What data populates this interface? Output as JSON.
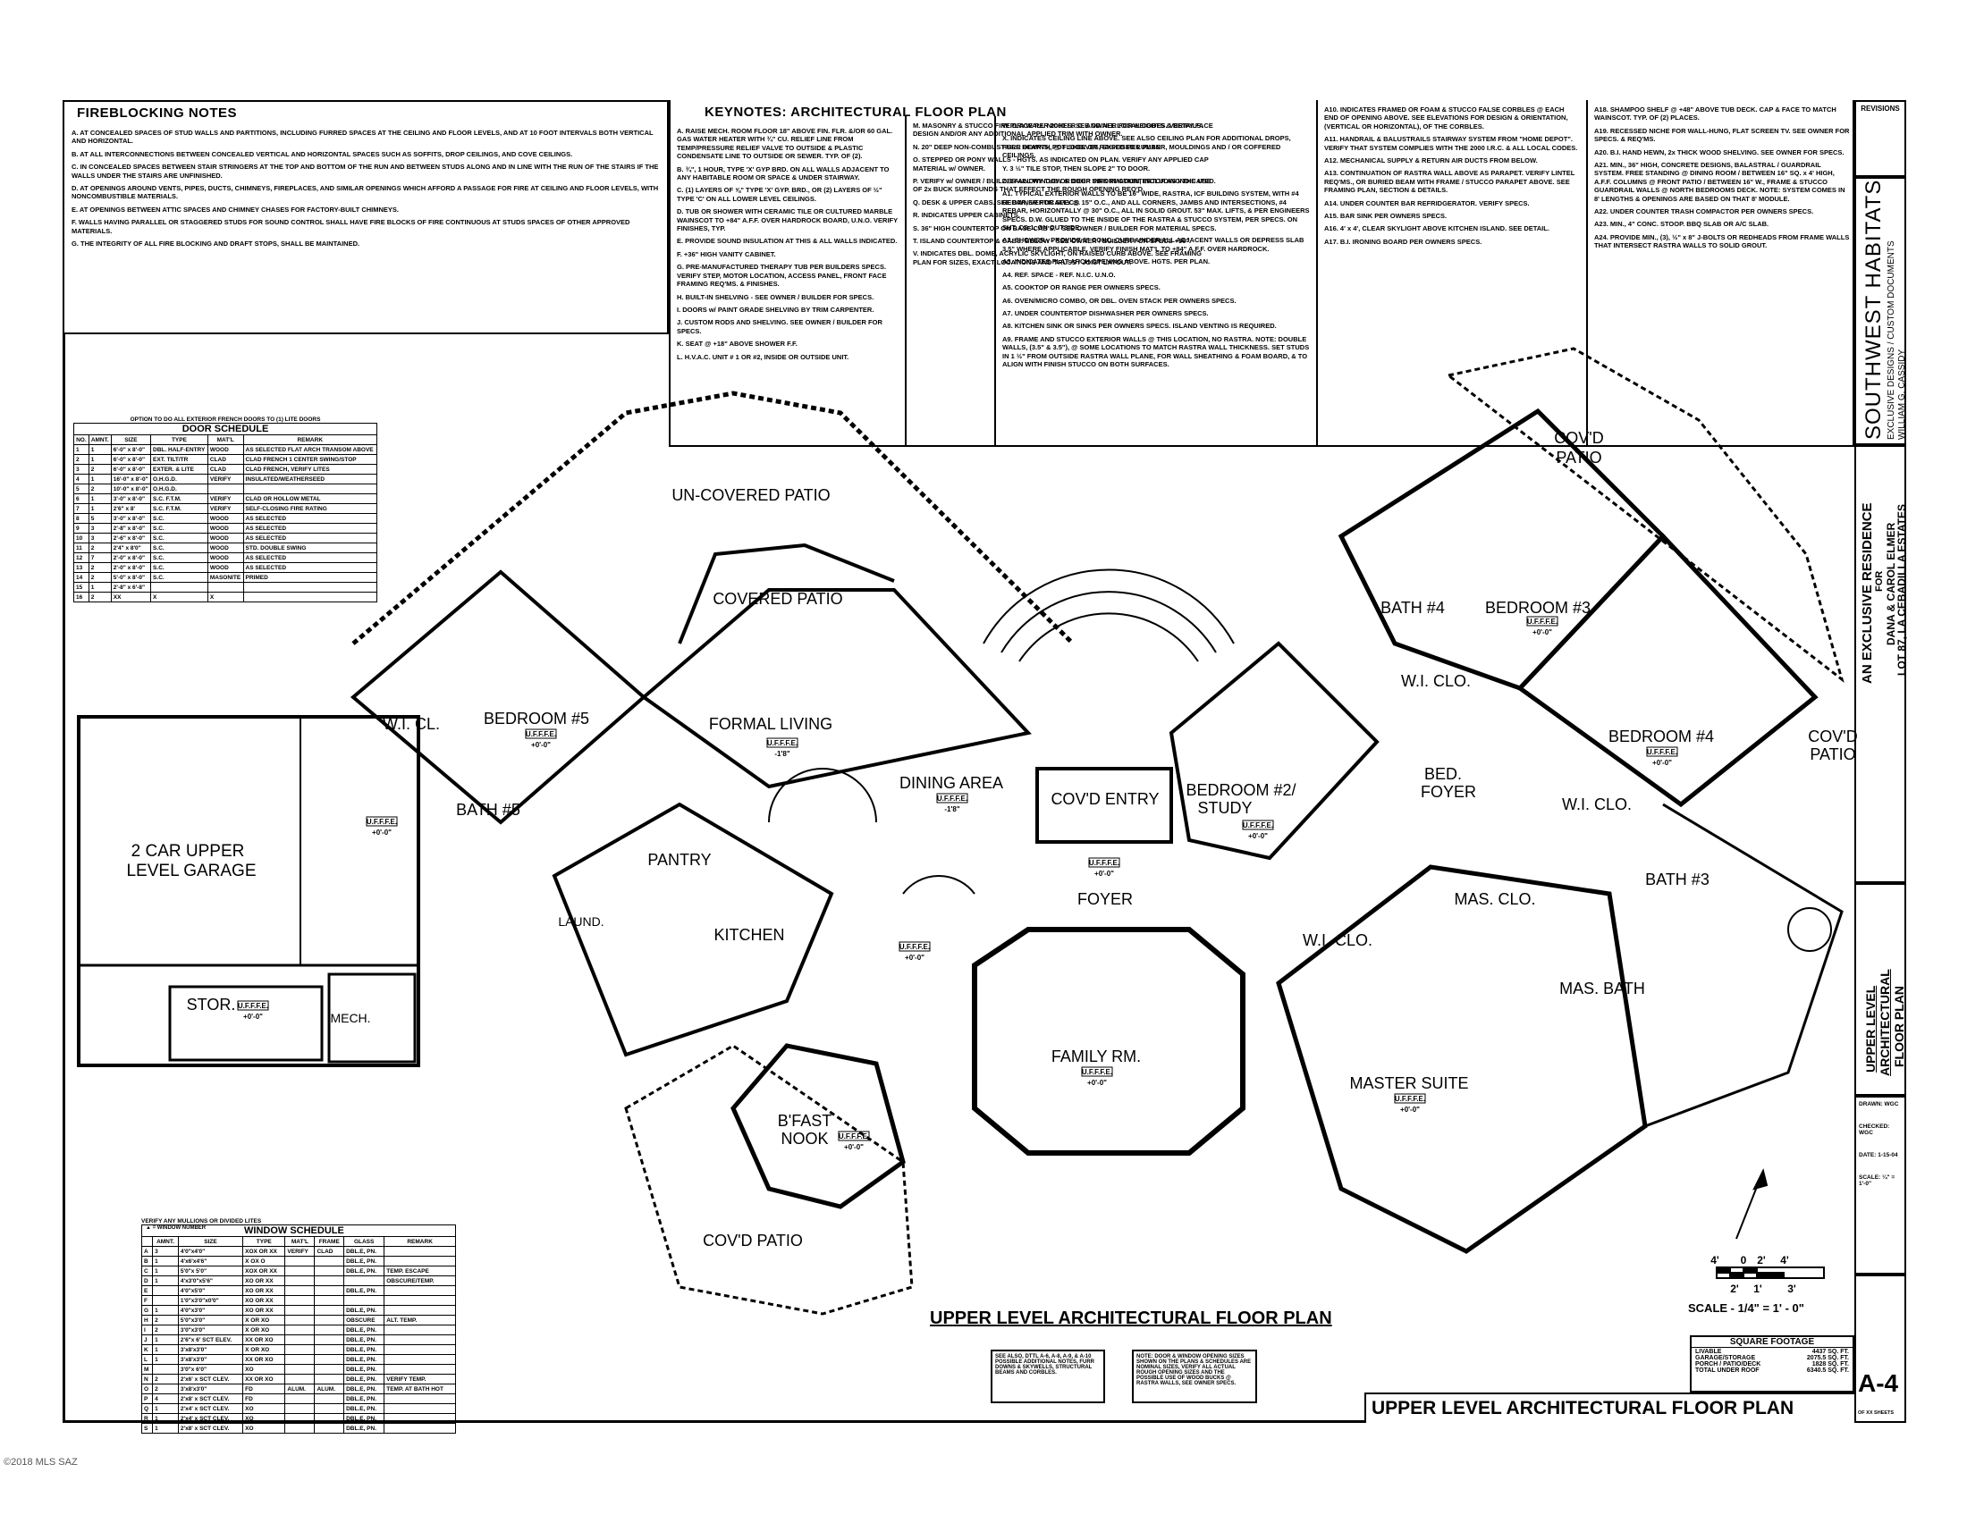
{
  "fireblocking": {
    "title": "FIREBLOCKING NOTES",
    "notes": [
      "A. AT CONCEALED SPACES OF STUD WALLS AND PARTITIONS, INCLUDING FURRED SPACES AT THE CEILING AND FLOOR LEVELS, AND AT 10 FOOT INTERVALS BOTH VERTICAL AND HORIZONTAL.",
      "B. AT ALL INTERCONNECTIONS BETWEEN CONCEALED VERTICAL AND HORIZONTAL SPACES SUCH AS SOFFITS, DROP CEILINGS, AND COVE CEILINGS.",
      "C. IN CONCEALED SPACES BETWEEN STAIR STRINGERS AT THE TOP AND BOTTOM OF THE RUN AND BETWEEN STUDS ALONG AND IN LINE WITH THE RUN OF THE STAIRS IF THE WALLS UNDER THE STAIRS ARE UNFINISHED.",
      "D. AT OPENINGS AROUND VENTS, PIPES, DUCTS, CHIMNEYS, FIREPLACES, AND SIMILAR OPENINGS WHICH AFFORD A PASSAGE FOR FIRE AT CEILING AND FLOOR LEVELS, WITH NONCOMBUSTIBLE MATERIALS.",
      "E. AT OPENINGS BETWEEN ATTIC SPACES AND CHIMNEY CHASES FOR FACTORY-BUILT CHIMNEYS.",
      "F. WALLS HAVING PARALLEL OR STAGGERED STUDS FOR SOUND CONTROL SHALL HAVE FIRE BLOCKS OF FIRE CONTINUOUS AT STUDS SPACES OF OTHER APPROVED MATERIALS.",
      "G. THE INTEGRITY OF ALL FIRE BLOCKING AND DRAFT STOPS, SHALL BE MAINTAINED."
    ]
  },
  "keynotes": {
    "title": "KEYNOTES:  ARCHITECTURAL FLOOR PLAN",
    "col1": [
      "A. RAISE MECH. ROOM FLOOR 18\" ABOVE FIN. FLR. &/OR 60 GAL. GAS WATER HEATER WITH ¾\" CU. RELIEF LINE FROM TEMP/PRESSURE RELIEF VALVE TO OUTSIDE & PLASTIC CONDENSATE LINE TO OUTSIDE OR SEWER. TYP. OF (2).",
      "B. ¾\", 1 HOUR, TYPE 'X' GYP BRD. ON ALL WALLS ADJACENT TO ANY HABITABLE ROOM OR SPACE & UNDER STAIRWAY.",
      "C. (1) LAYERS OF ⅝\" TYPE 'X' GYP. BRD., OR (2) LAYERS OF ½\" TYPE 'C' ON ALL LOWER LEVEL CEILINGS.",
      "D. TUB OR SHOWER WITH CERAMIC TILE OR CULTURED MARBLE WAINSCOT TO +84\" A.F.F. OVER HARDROCK BOARD, U.N.O. VERIFY FINISHES, TYP.",
      "E. PROVIDE SOUND INSULATION AT THIS & ALL WALLS INDICATED.",
      "F. +36\" HIGH VANITY CABINET.",
      "G. PRE-MANUFACTURED THERAPY TUB PER BUILDERS SPECS. VERIFY STEP, MOTOR LOCATION, ACCESS PANEL, FRONT FACE FRAMING REQ'MS. & FINISHES.",
      "H. BUILT-IN SHELVING - SEE OWNER / BUILDER FOR SPECS.",
      "I. DOORS w/ PAINT GRADE SHELVING BY TRIM CARPENTER.",
      "J. CUSTOM RODS AND SHELVING. SEE OWNER / BUILDER FOR SPECS.",
      "K. SEAT @ +18\" ABOVE SHOWER F.F.",
      "L. H.V.A.C. UNIT # 1 OR #2, INSIDE OR OUTSIDE UNIT."
    ],
    "col2": [
      "M. MASONRY & STUCCO FIREPLACE PER 2000 I.R.C. AND ALL LOCAL CODES. VERIFY FACE DESIGN AND/OR ANY ADDITIONAL APPLIED TRIM WITH OWNER.",
      "N. 20\" DEEP NON-COMBUSTIBLE HEARTH, @ FLOOR OR RAISED PER PLAN.",
      "O. STEPPED OR PONY WALLS - HGTS. AS INDICATED ON PLAN. VERIFY ANY APPLIED CAP MATERIAL w/ OWNER.",
      "P. VERIFY w/ OWNER / BUILDER ALL WINDOW & DOOR INFORMATION, INCLUDING THE USE OF 2x BUCK SURROUNDS THAT EFFECT THE ROUGH OPENING REQ'D.",
      "Q. DESK & UPPER CABS. SEE OWNER FOR SPECS.",
      "R. INDICATES UPPER CABINETS.",
      "S. 36\" HIGH COUNTERTOP ON BASE CAB'S. - SEE OWNER / BUILDER FOR MATERIAL SPECS.",
      "T. ISLAND COUNTERTOP & CABS. BELOW - SEE OWNER / BUILDER FOR SPECS +36\".",
      "V. INDICATES DBL. DOME, ACRYLIC SKYLIGHT, ON RAISED CURB ABOVE. SEE FRAMING PLAN FOR SIZES, EXACT LOCATIONS AND TRUSS / JOIST LAYOUT."
    ],
    "col3": [
      "W. DRYWALL NICHES. SEE OWNER FOR HEIGHTS & DETAILS.",
      "X. INDICATES CEILING LINE ABOVE. SEE ALSO CEILING PLAN FOR ADDITIONAL DROPS, FURR DOWNS, POT SHELVES, EXPOSED LUMBER, MOULDINGS AND / OR COFFERED CEILINGS.",
      "Y. 3 ½\" TILE STOP, THEN SLOPE 2\" TO DOOR.",
      "Z. LAUNDRY TUB OR DEEP SINK IN COUNTERTOP AS INDICATED.",
      "A1. TYPICAL EXTERIOR WALLS TO BE 16\" WIDE, RASTRA, ICF BUILDING SYSTEM, WITH #4 REBAR, VERTICALLY @ 15\" O.C., AND ALL CORNERS, JAMBS AND INTERSECTIONS, #4 REBAR, HORIZONTALLY @ 30\" O.C., ALL IN SOLID GROUT. 53\" MAX. LIFTS, & PER ENGINEERS SPECS. D.W. GLUED TO THE INSIDE OF THE RASTRA & STUCCO SYSTEM, PER SPECS. ON SHT. CS-1, ON OUTSIDE.",
      "A2. SHOWER - PROVIDE 3\" CONC. CURB UNDER ALL ADJACENT WALLS OR DEPRESS SLAB 3.5\" WHERE APPLICABLE. VERIFY FINISH MAT'L TO +84\" A.F.F. OVER HARDROCK.",
      "A3. INDICATES FLAT ARCH OPENING ABOVE. HGTS. PER PLAN.",
      "A4. REF. SPACE - REF. N.I.C. U.N.O.",
      "A5. COOKTOP OR RANGE PER OWNERS SPECS.",
      "A6. OVEN/MICRO COMBO, OR DBL. OVEN STACK PER OWNERS SPECS.",
      "A7. UNDER COUNTERTOP DISHWASHER PER OWNERS SPECS.",
      "A8. KITCHEN SINK OR SINKS PER OWNERS SPECS. ISLAND VENTING IS REQUIRED.",
      "A9. FRAME AND STUCCO EXTERIOR WALLS @ THIS LOCATION, NO RASTRA. NOTE: DOUBLE WALLS, (3.5\" & 3.5\"), @ SOME LOCATIONS TO MATCH RASTRA WALL THICKNESS. SET STUDS IN 1 ½\" FROM OUTSIDE RASTRA WALL PLANE, FOR WALL SHEATHING & FOAM BOARD, & TO ALIGN WITH FINISH STUCCO ON BOTH SURFACES."
    ],
    "col4": [
      "A10. INDICATES FRAMED OR FOAM & STUCCO FALSE CORBLES @ EACH END OF OPENING ABOVE. SEE ELEVATIONS FOR DESIGN & ORIENTATION, (VERTICAL OR HORIZONTAL), OF THE CORBLES.",
      "A11. HANDRAIL & BALUSTRAILS STAIRWAY SYSTEM FROM \"HOME DEPOT\". VERIFY THAT SYSTEM COMPLIES WITH THE 2000 I.R.C. & ALL LOCAL CODES.",
      "A12. MECHANICAL SUPPLY & RETURN AIR DUCTS FROM BELOW.",
      "A13. CONTINUATION OF RASTRA WALL ABOVE AS PARAPET. VERIFY LINTEL REQ'MS., OR BURIED BEAM WITH FRAME / STUCCO PARAPET ABOVE. SEE FRAMING PLAN, SECTION & DETAILS.",
      "A14. UNDER COUNTER BAR REFRIDGERATOR. VERIFY SPECS.",
      "A15. BAR SINK PER OWNERS SPECS.",
      "A16. 4' x 4', CLEAR SKYLIGHT ABOVE KITCHEN ISLAND. SEE DETAIL.",
      "A17. B.I. IRONING BOARD PER OWNERS SPECS."
    ],
    "col5": [
      "A18. SHAMPOO SHELF @ +48\" ABOVE TUB DECK. CAP & FACE TO MATCH WAINSCOT. TYP. OF (2) PLACES.",
      "A19. RECESSED NICHE FOR WALL-HUNG, FLAT SCREEN TV. SEE OWNER FOR SPECS. & REQ'MS.",
      "A20. B.I. HAND HEWN, 2x THICK WOOD SHELVING. SEE OWNER FOR SPECS.",
      "A21. MIN., 36\" HIGH, CONCRETE DESIGNS, BALASTRAL / GUARDRAIL SYSTEM. FREE STANDING @ DINING ROOM / BETWEEN 16\" SQ. x 4' HIGH, A.F.F. COLUMNS @ FRONT PATIO / BETWEEN 16\" W., FRAME & STUCCO GUARDRAIL WALLS @ NORTH BEDROOMS DECK. NOTE: SYSTEM COMES IN 8' LENGTHS & OPENINGS ARE BASED ON THAT 8' MODULE.",
      "A22. UNDER COUNTER TRASH COMPACTOR PER OWNERS SPECS.",
      "A23. MIN., 4\" CONC. STOOP. BBQ SLAB OR A/C SLAB.",
      "A24. PROVIDE MIN., (3), ½\" x 8\" J-BOLTS OR REDHEADS FROM FRAME WALLS THAT INTERSECT RASTRA WALLS TO SOLID GROUT."
    ]
  },
  "title_block": {
    "revisions": "REVISIONS",
    "firm": "SOUTHWEST HABITATS",
    "firm_sub": "EXCLUSIVE DESIGNS  /  CUSTOM DOCUMENTS",
    "designer": "WILLIAM G. CASSIDY",
    "project_line1": "AN EXCLUSIVE RESIDENCE",
    "project_line2": "FOR",
    "project_line3": "DANA & CAROL ELMER",
    "project_line4": "LOT 87, LA CEBADILLA ESTATES",
    "sheet_title1": "UPPER LEVEL",
    "sheet_title2": "ARCHITECTURAL",
    "sheet_title3": "FLOOR PLAN",
    "drawn": "DRAWN:",
    "drawn_val": "WGC",
    "checked": "CHECKED:",
    "checked_val": "WGC",
    "date": "DATE:",
    "date_val": "1-15-04",
    "scale": "SCALE:",
    "scale_val": "¼\" = 1'-0\"",
    "sheet_number": "A-4",
    "of_sheets": "OF   XX   SHEETS"
  },
  "door_schedule": {
    "caption": "OPTION TO DO ALL EXTERIOR FRENCH DOORS TO (1) LITE DOORS",
    "title": "DOOR SCHEDULE",
    "headers": [
      "NO.",
      "AMNT.",
      "SIZE",
      "TYPE",
      "MAT'L",
      "REMARK"
    ],
    "rows": [
      [
        "1",
        "1",
        "6'-0\" x 8'-0\"",
        "DBL. HALF-ENTRY",
        "WOOD",
        "AS SELECTED FLAT ARCH TRANSOM ABOVE"
      ],
      [
        "2",
        "1",
        "6'-0\" x 8'-0\"",
        "EXT. TILT/TR",
        "CLAD",
        "CLAD FRENCH 1 CENTER SWING/STOP"
      ],
      [
        "3",
        "2",
        "6'-0\" x 8'-0\"",
        "EXTER. & LITE",
        "CLAD",
        "CLAD FRENCH, VERIFY LITES"
      ],
      [
        "4",
        "1",
        "16'-0\" x 8'-0\"",
        "O.H.G.D.",
        "VERIFY",
        "INSULATED/WEATHERSEED"
      ],
      [
        "5",
        "2",
        "10'-0\" x 8'-0\"",
        "O.H.G.D.",
        "",
        ""
      ],
      [
        "6",
        "1",
        "3'-0\" x 8'-0\"",
        "S.C. F.T.M.",
        "VERIFY",
        "CLAD OR HOLLOW METAL"
      ],
      [
        "7",
        "1",
        "2'6\" x 8'",
        "S.C. F.T.M.",
        "VERIFY",
        "SELF-CLOSING FIRE RATING"
      ],
      [
        "8",
        "5",
        "3'-0\" x 8'-0\"",
        "S.C.",
        "WOOD",
        "AS SELECTED"
      ],
      [
        "9",
        "3",
        "2'-8\" x 8'-0\"",
        "S.C.",
        "WOOD",
        "AS SELECTED"
      ],
      [
        "10",
        "3",
        "2'-6\" x 8'-0\"",
        "S.C.",
        "WOOD",
        "AS SELECTED"
      ],
      [
        "11",
        "2",
        "2'4\" x 8'0\"",
        "S.C.",
        "WOOD",
        "STD. DOUBLE SWING"
      ],
      [
        "12",
        "7",
        "2'-0\" x 8'-0\"",
        "S.C.",
        "WOOD",
        "AS SELECTED"
      ],
      [
        "13",
        "2",
        "2'-0\" x 8'-0\"",
        "S.C.",
        "WOOD",
        "AS SELECTED"
      ],
      [
        "14",
        "2",
        "5'-0\" x 8'-0\"",
        "S.C.",
        "MASONITE",
        "PRIMED"
      ],
      [
        "15",
        "1",
        "2'-8\" x 6'-8\"",
        "",
        "",
        ""
      ],
      [
        "16",
        "2",
        "XX",
        "X",
        "X",
        ""
      ]
    ]
  },
  "window_schedule": {
    "caption": "VERIFY ANY MULLIONS OR DIVIDED LITES",
    "legend": "= WINDOW NUMBER",
    "title": "WINDOW SCHEDULE",
    "headers": [
      "",
      "AMNT.",
      "SIZE",
      "TYPE",
      "MAT'L",
      "FRAME",
      "GLASS",
      "REMARK"
    ],
    "rows": [
      [
        "A",
        "3",
        "4'0\"x4'0\"",
        "XOX OR XX",
        "VERIFY",
        "CLAD",
        "DBL.E, PN.",
        ""
      ],
      [
        "B",
        "1",
        "4'x6'x4'6\"",
        "X OX O",
        "",
        "",
        "DBL.E, PN.",
        ""
      ],
      [
        "C",
        "1",
        "5'0\"x 5'0\"",
        "XOX OR XX",
        "",
        "",
        "DBL.E, PN.",
        "TEMP. ESCAPE"
      ],
      [
        "D",
        "1",
        "4'x3'0\"x5'6\"",
        "XO OR XX",
        "",
        "",
        "",
        "OBSCURE/TEMP."
      ],
      [
        "E",
        "",
        "4'0\"x5'0\"",
        "XO OR XX",
        "",
        "",
        "DBL.E, PN.",
        ""
      ],
      [
        "F",
        "",
        "1'0\"x3'0\"x0'0\"",
        "XO OR XX",
        "",
        "",
        "",
        ""
      ],
      [
        "G",
        "1",
        "4'0\"x3'0\"",
        "XO OR XX",
        "",
        "",
        "DBL.E, PN.",
        ""
      ],
      [
        "H",
        "2",
        "5'0\"x3'0\"",
        "X OR XO",
        "",
        "",
        "OBSCURE",
        "ALT. TEMP."
      ],
      [
        "I",
        "2",
        "3'0\"x3'0\"",
        "X OR XO",
        "",
        "",
        "DBL.E, PN.",
        ""
      ],
      [
        "J",
        "1",
        "2'6\"x 6' SCT ELEV.",
        "XX OR XO",
        "",
        "",
        "DBL.E, PN.",
        ""
      ],
      [
        "K",
        "1",
        "3'x8'x3'0\"",
        "X OR XO",
        "",
        "",
        "DBL.E, PN.",
        ""
      ],
      [
        "L",
        "1",
        "3'x8'x3'0\"",
        "XX OR XO",
        "",
        "",
        "DBL.E, PN.",
        ""
      ],
      [
        "M",
        "",
        "3'0\"x 6'0\"",
        "XO",
        "",
        "",
        "DBL.E, PN.",
        ""
      ],
      [
        "N",
        "2",
        "2'x6' x SCT CLEV.",
        "XX OR XO",
        "",
        "",
        "DBL.E, PN.",
        "VERIFY TEMP."
      ],
      [
        "O",
        "2",
        "3'x8'x3'0\"",
        "FD",
        "ALUM.",
        "ALUM.",
        "DBL.E, PN.",
        "TEMP. AT BATH HOT"
      ],
      [
        "P",
        "4",
        "2'x8' x SCT CLEV.",
        "FD",
        "",
        "",
        "DBL.E, PN.",
        ""
      ],
      [
        "Q",
        "1",
        "2'x4' x SCT CLEV.",
        "XO",
        "",
        "",
        "DBL.E, PN.",
        ""
      ],
      [
        "R",
        "1",
        "2'x4' x SCT CLEV.",
        "XO",
        "",
        "",
        "DBL.E, PN.",
        ""
      ],
      [
        "S",
        "1",
        "2'x8' x SCT CLEV.",
        "XO",
        "",
        "",
        "DBL.E, PN.",
        ""
      ]
    ]
  },
  "plan": {
    "rooms": {
      "uncovered_patio": "UN-COVERED PATIO",
      "covered_patio": "COVERED PATIO",
      "bedroom5": "BEDROOM #5",
      "wic_left": "W.I. CL.",
      "bath5": "BATH #5",
      "formal_living": "FORMAL LIVING",
      "dining": "DINING AREA",
      "covd_entry": "COV'D ENTRY",
      "bedroom2": "BEDROOM #2/",
      "study": "STUDY",
      "garage1": "2 CAR UPPER",
      "garage2": "LEVEL GARAGE",
      "pantry": "PANTRY",
      "laund": "LAUND.",
      "kitchen": "KITCHEN",
      "foyer": "FOYER",
      "stor": "STOR.",
      "mech": "MECH.",
      "family": "FAMILY RM.",
      "bfast1": "B'FAST",
      "bfast2": "NOOK",
      "covd_patio_bottom": "COV'D PATIO",
      "bath4": "BATH #4",
      "bedroom3": "BEDROOM #3",
      "covd_patio_tr": "COV'D",
      "covd_patio_tr2": "PATIO",
      "wic_mid": "W.I. CLO.",
      "bed_foyer1": "BED.",
      "bed_foyer2": "FOYER",
      "bedroom4": "BEDROOM #4",
      "covd_patio_r": "COV'D",
      "covd_patio_r2": "PATIO",
      "wic_r": "W.I. CLO.",
      "bath3": "BATH #3",
      "mas_clo": "MAS. CLO.",
      "wic_master": "W.I. CLO.",
      "mas_bath": "MAS. BATH",
      "master_suite": "MASTER SUITE"
    },
    "ufffe": "U.F.F.F.E.",
    "elev_zero": "+0'-0\"",
    "elev_dining": "-1'8\"",
    "elev_formal": "-1'8\"",
    "plan_title": "UPPER LEVEL ARCHITECTURAL FLOOR PLAN",
    "scale_label": "SCALE - 1/4\" = 1' - 0\"",
    "scale_ticks": [
      "4'",
      "0",
      "2'",
      "4'",
      "2'",
      "1'",
      "3'"
    ]
  },
  "square_footage": {
    "title": "SQUARE FOOTAGE",
    "rows": [
      [
        "LIVABLE",
        "4437 SQ. FT."
      ],
      [
        "GARAGE/STORAGE",
        "2075.5 SQ. FT."
      ],
      [
        "PORCH / PATIO/DECK",
        "1828 SQ. FT."
      ],
      [
        "TOTAL UNDER ROOF",
        "6340.5 SQ. FT."
      ]
    ]
  },
  "notes_bottom": {
    "left": "SEE ALSO, DTTL A-6, A-8, A-9, & A-10 POSSIBLE ADDITIONAL NOTES, FURR DOWNS & SKYWELLS, STRUCTURAL BEAMS AND CORBLES.",
    "right": "NOTE: DOOR & WINDOW OPENING SIZES SHOWN ON THE PLANS & SCHEDULES ARE NOMINAL SIZES, VERIFY ALL ACTUAL ROUGH OPENING SIZES AND THE POSSIBLE USE OF WOOD BUCKS @ RASTRA WALLS, SEE OWNER SPECS."
  },
  "copyright": "©2018 MLS SAZ"
}
